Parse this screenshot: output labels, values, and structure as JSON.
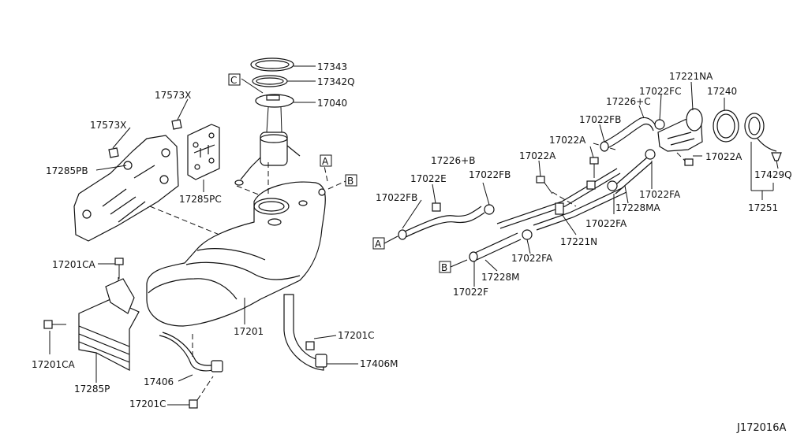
{
  "diagram_code": "J172016A",
  "callouts": [
    "A",
    "B",
    "C"
  ],
  "part_labels": {
    "p17343": "17343",
    "p17342q": "17342Q",
    "p17040": "17040",
    "p17573x_a": "17573X",
    "p17573x_b": "17573X",
    "p17285pb": "17285PB",
    "p17285pc": "17285PC",
    "p17201ca_a": "17201CA",
    "p17201ca_b": "17201CA",
    "p17285p": "17285P",
    "p17406": "17406",
    "p17201c_a": "17201C",
    "p17201": "17201",
    "p17201c_b": "17201C",
    "p17406m": "17406M",
    "p17221na": "17221NA",
    "p17022fc": "17022FC",
    "p17240": "17240",
    "p17226c": "17226+C",
    "p17022fb_a": "17022FB",
    "p17022a_a": "17022A",
    "p17022a_b": "17022A",
    "p17022a_c": "17022A",
    "p17429q": "17429Q",
    "p17226b": "17226+B",
    "p17022e": "17022E",
    "p17022fb_b": "17022FB",
    "p17022fb_c": "17022FB",
    "p17022fa_a": "17022FA",
    "p17228ma": "17228MA",
    "p17022fa_b": "17022FA",
    "p17251": "17251",
    "p17221n": "17221N",
    "p17022fa_c": "17022FA",
    "p17228m": "17228M",
    "p17022f": "17022F"
  }
}
